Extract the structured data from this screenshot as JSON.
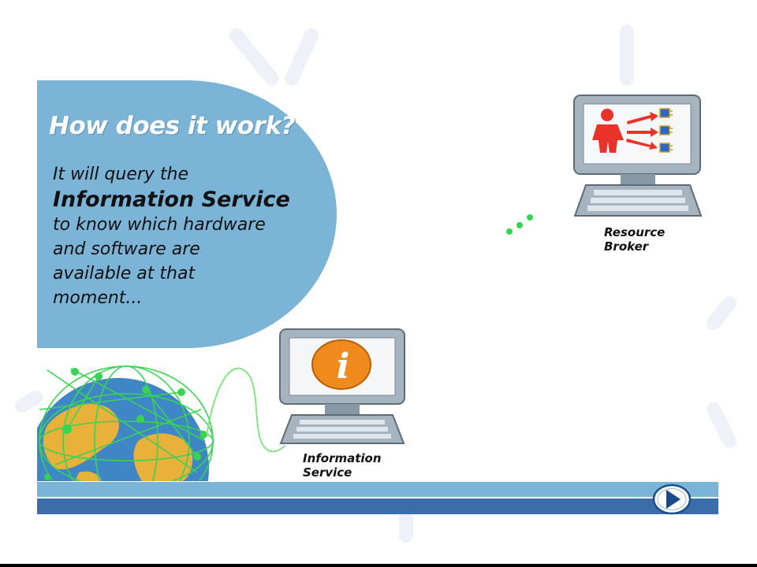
{
  "slide": {
    "title": "How does it work?",
    "body_lines": [
      "It will query the",
      "Information Service",
      "to know which hardware",
      "and software are",
      "available at that",
      "moment..."
    ]
  },
  "nodes": {
    "information_service": {
      "label_lines": [
        "Information",
        "Service"
      ],
      "icon_glyph": "i",
      "icon": "information-icon"
    },
    "resource_broker": {
      "label_lines": [
        "Resource",
        "Broker"
      ],
      "icon": "person-dispatch-icon"
    }
  },
  "navigation": {
    "next_icon": "play-next-icon"
  },
  "colors": {
    "bubble": "#7bb4d6",
    "bar_top": "#7bb4d6",
    "bar_bottom": "#3b6ea8",
    "network_green": "#39d353",
    "info_orange": "#f08a1c",
    "person_red": "#e8322a"
  }
}
